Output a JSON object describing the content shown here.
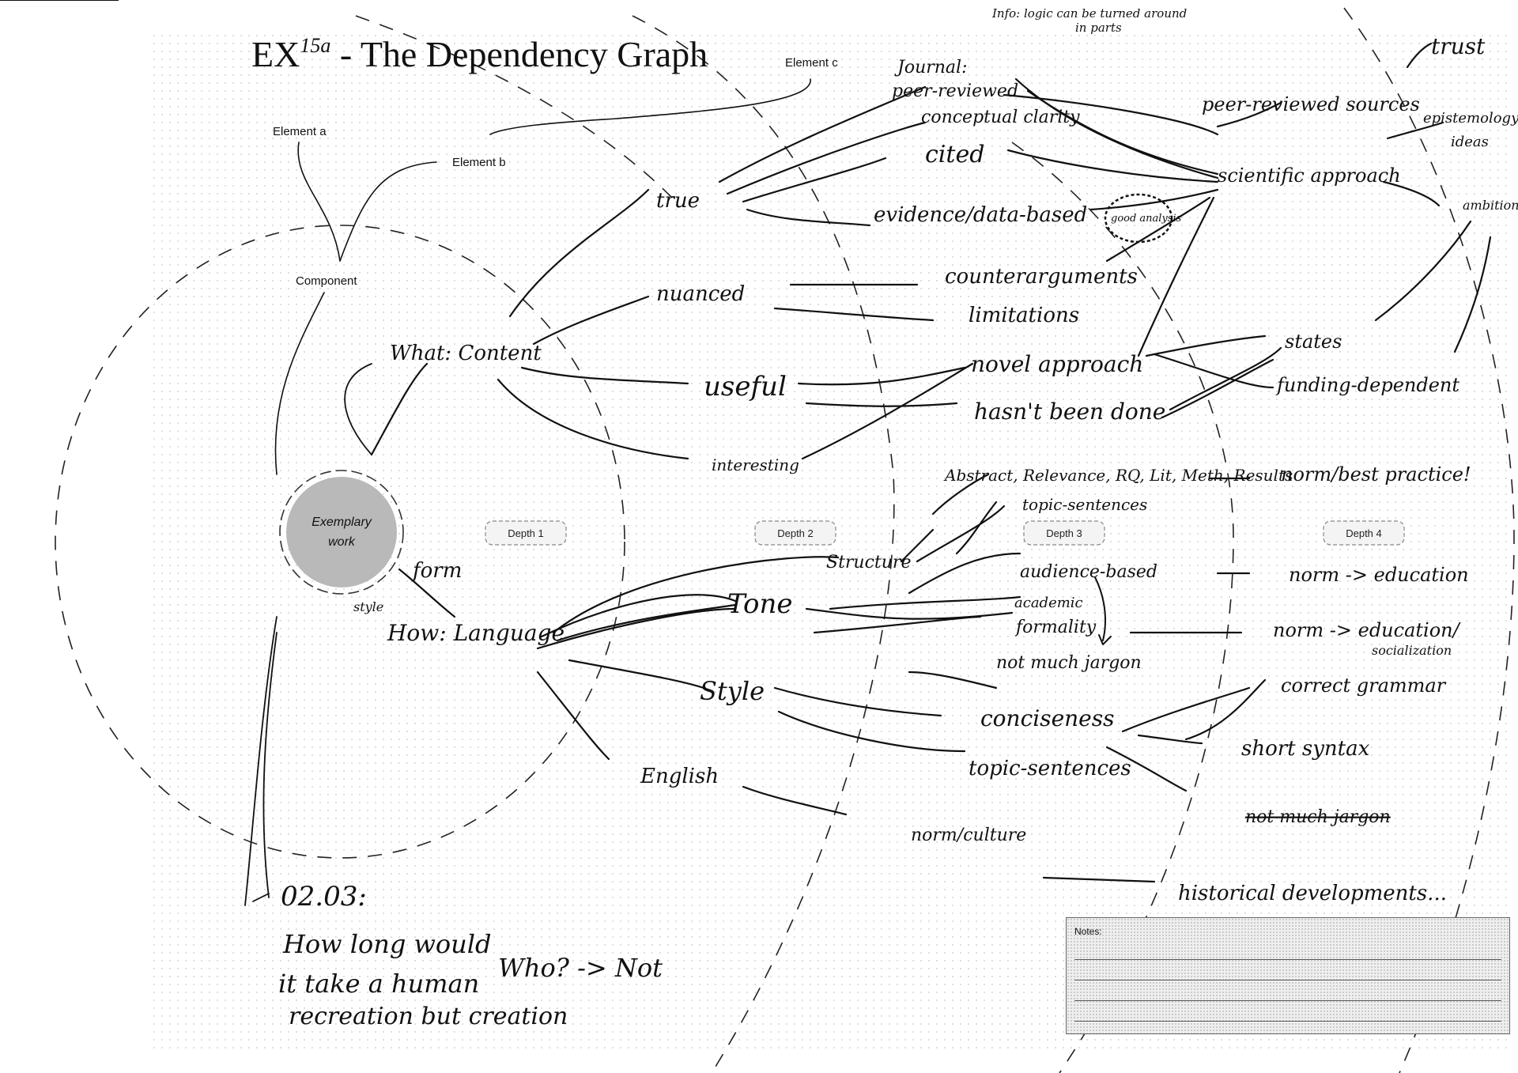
{
  "title": {
    "prefix": "EX",
    "superscript": "15a",
    "suffix": " - The Dependency Graph"
  },
  "legend": {
    "element_a": "Element a",
    "element_b": "Element b",
    "element_c": "Element c",
    "component": "Component"
  },
  "center": {
    "line1": "Exemplary",
    "line2": "work"
  },
  "depths": [
    "Depth 1",
    "Depth 2",
    "Depth 3",
    "Depth 4"
  ],
  "top_note": {
    "line1": "Info: logic can be turned around",
    "line2": "in parts"
  },
  "content_branch": {
    "root": "What: Content",
    "depth1": [
      "true",
      "nuanced",
      "useful",
      "interesting"
    ],
    "depth2": [
      "Journal:",
      "peer-reviewed",
      "conceptual clarity",
      "cited",
      "evidence/data-based",
      "counterarguments",
      "limitations",
      "novel approach",
      "hasn't been done"
    ],
    "sources": "good analysis",
    "depth3": [
      "peer-reviewed sources",
      "scientific approach",
      "states",
      "funding-dependent"
    ],
    "depth4": [
      "trust",
      "epistemology",
      "ideas",
      "ambitions"
    ]
  },
  "language_branch": {
    "form": "form",
    "scribble": "style",
    "root": "How: Language",
    "depth1": [
      "Structure",
      "Tone",
      "Style",
      "English"
    ],
    "depth2": [
      "Abstract, Relevance, RQ, Lit, Meth, Results",
      "topic-sentences",
      "audience-based",
      "academic",
      "formality",
      "not much jargon",
      "conciseness",
      "topic-sentences",
      "norm/culture"
    ],
    "depth3": [
      "norm/best practice!",
      "norm -> education",
      "norm -> education/",
      "socialization",
      "correct grammar",
      "short syntax",
      "not much jargon",
      "historical developments..."
    ]
  },
  "bottom_note": {
    "date": "02.03:",
    "line1": "How long would",
    "line2": "it take a human",
    "who": "Who? -> Not",
    "line3": "recreation but creation"
  },
  "notes_label": "Notes:"
}
